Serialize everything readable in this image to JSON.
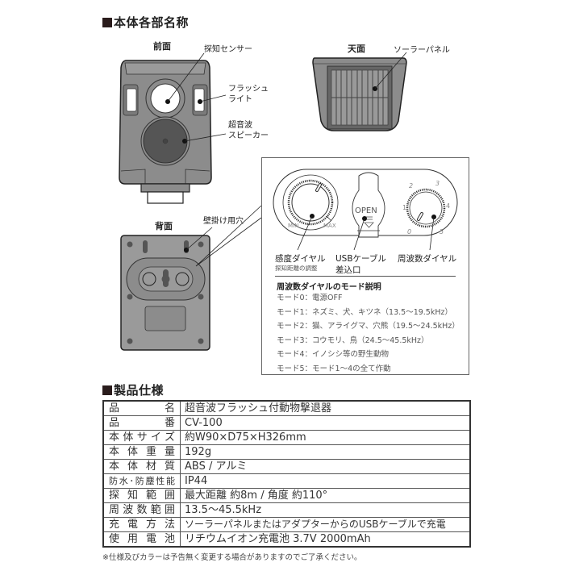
{
  "sections": {
    "parts_title": "本体各部名称",
    "spec_title": "製品仕様"
  },
  "views": {
    "front": {
      "label": "前面",
      "callouts": {
        "sensor": "探知センサー",
        "flash_line1": "フラッシュ",
        "flash_line2": "ライト",
        "speaker_line1": "超音波",
        "speaker_line2": "スピーカー"
      }
    },
    "top": {
      "label": "天面",
      "callouts": {
        "solar": "ソーラーパネル"
      }
    },
    "back": {
      "label": "背面",
      "callouts": {
        "hole": "壁掛け用穴"
      }
    }
  },
  "detail_panel": {
    "sensitivity_dial": {
      "min": "MIN",
      "max": "MAX",
      "label": "感度ダイヤル",
      "sublabel": "探知距離の調整"
    },
    "usb": {
      "open": "OPEN",
      "label_line1": "USBケーブル",
      "label_line2": "差込口"
    },
    "frequency_dial": {
      "label": "周波数ダイヤル",
      "ticks": [
        "0",
        "1",
        "2",
        "3",
        "4",
        "5"
      ]
    },
    "modes": {
      "title": "周波数ダイヤルのモード説明",
      "items": [
        "モード0：電源OFF",
        "モード1：ネズミ、犬、キツネ（13.5〜19.5kHz）",
        "モード2：猫、アライグマ、穴熊（19.5〜24.5kHz）",
        "モード3：コウモリ、鳥（24.5〜45.5kHz）",
        "モード4：イノシシ等の野生動物",
        "モード5：モード1〜4の全て作動"
      ]
    }
  },
  "spec_table": {
    "rows": [
      {
        "key": "品名",
        "value": "超音波フラッシュ付動物撃退器"
      },
      {
        "key": "品番",
        "value": "CV-100"
      },
      {
        "key": "本体サイズ",
        "value": "約W90×D75×H326mm"
      },
      {
        "key": "本体重量",
        "value": "192g"
      },
      {
        "key": "本体材質",
        "value": "ABS / アルミ"
      },
      {
        "key": "防水･防塵性能",
        "value": "IP44"
      },
      {
        "key": "探知範囲",
        "value": "最大距離 約8m / 角度 約110°"
      },
      {
        "key": "周波数範囲",
        "value": "13.5〜45.5kHz"
      },
      {
        "key": "充電方法",
        "value": "ソーラーパネルまたはアダプターからのUSBケーブルで充電"
      },
      {
        "key": "使用電池",
        "value": "リチウムイオン充電池 3.7V 2000mAh"
      }
    ]
  },
  "footnote": "※仕様及びカラーは予告無く変更する場合がありますのでご了承ください。",
  "colors": {
    "device_body": "#8a8a8a",
    "device_dark": "#555555",
    "outline": "#222222"
  }
}
